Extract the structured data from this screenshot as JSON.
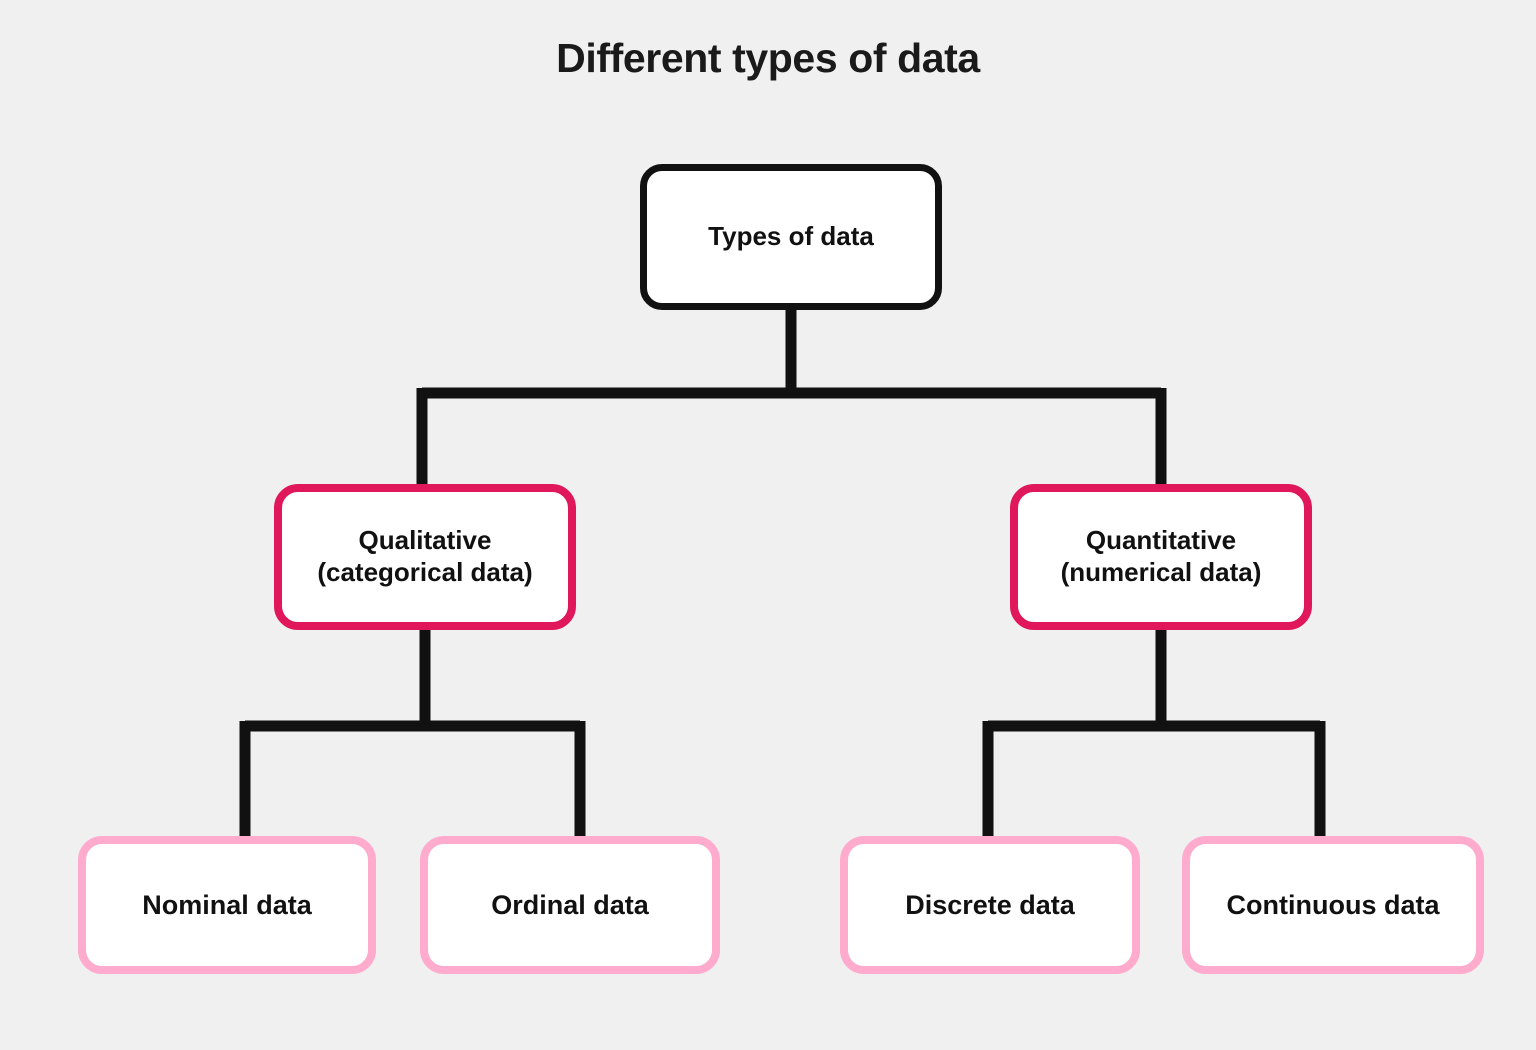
{
  "page": {
    "title": "Different types of data",
    "background_color": "#f0f0f0"
  },
  "colors": {
    "root_border": "#111111",
    "mid_border": "#e0175a",
    "leaf_border": "#ffabcd",
    "connector": "#111111",
    "node_fill": "#ffffff",
    "text": "#111111"
  },
  "diagram": {
    "type": "tree",
    "orientation": "top-down",
    "root": {
      "id": "types-of-data",
      "label": "Types of data",
      "level": "root"
    },
    "mid_level": [
      {
        "id": "qualitative",
        "label": "Qualitative\n(categorical data)",
        "level": "mid",
        "parent": "types-of-data"
      },
      {
        "id": "quantitative",
        "label": "Quantitative\n(numerical data)",
        "level": "mid",
        "parent": "types-of-data"
      }
    ],
    "leaf_level": [
      {
        "id": "nominal",
        "label": "Nominal data",
        "level": "leaf",
        "parent": "qualitative"
      },
      {
        "id": "ordinal",
        "label": "Ordinal data",
        "level": "leaf",
        "parent": "qualitative"
      },
      {
        "id": "discrete",
        "label": "Discrete data",
        "level": "leaf",
        "parent": "quantitative"
      },
      {
        "id": "continuous",
        "label": "Continuous data",
        "level": "leaf",
        "parent": "quantitative"
      }
    ]
  }
}
